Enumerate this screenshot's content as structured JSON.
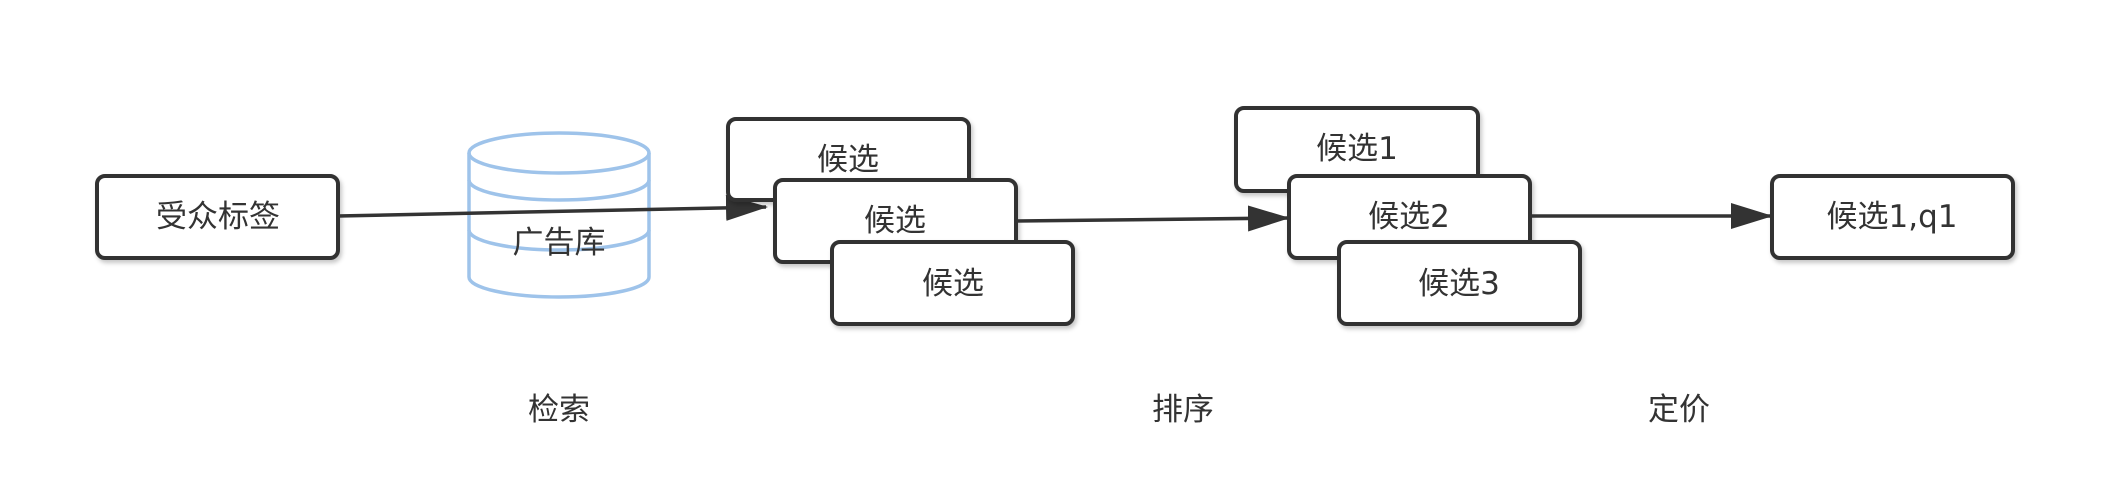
{
  "nodes": {
    "audience_tags": "受众标签",
    "ad_library": "广告库",
    "retrieval_candidates": [
      "候选",
      "候选",
      "候选"
    ],
    "ranked_candidates": [
      "候选1",
      "候选2",
      "候选3"
    ],
    "priced_candidate": "候选1,q1"
  },
  "stages": {
    "retrieval": "检索",
    "ranking": "排序",
    "pricing": "定价"
  },
  "colors": {
    "box_stroke": "#333333",
    "database_stroke": "#9ec3ea",
    "arrow": "#333333",
    "text": "#333333",
    "background": "#ffffff"
  }
}
